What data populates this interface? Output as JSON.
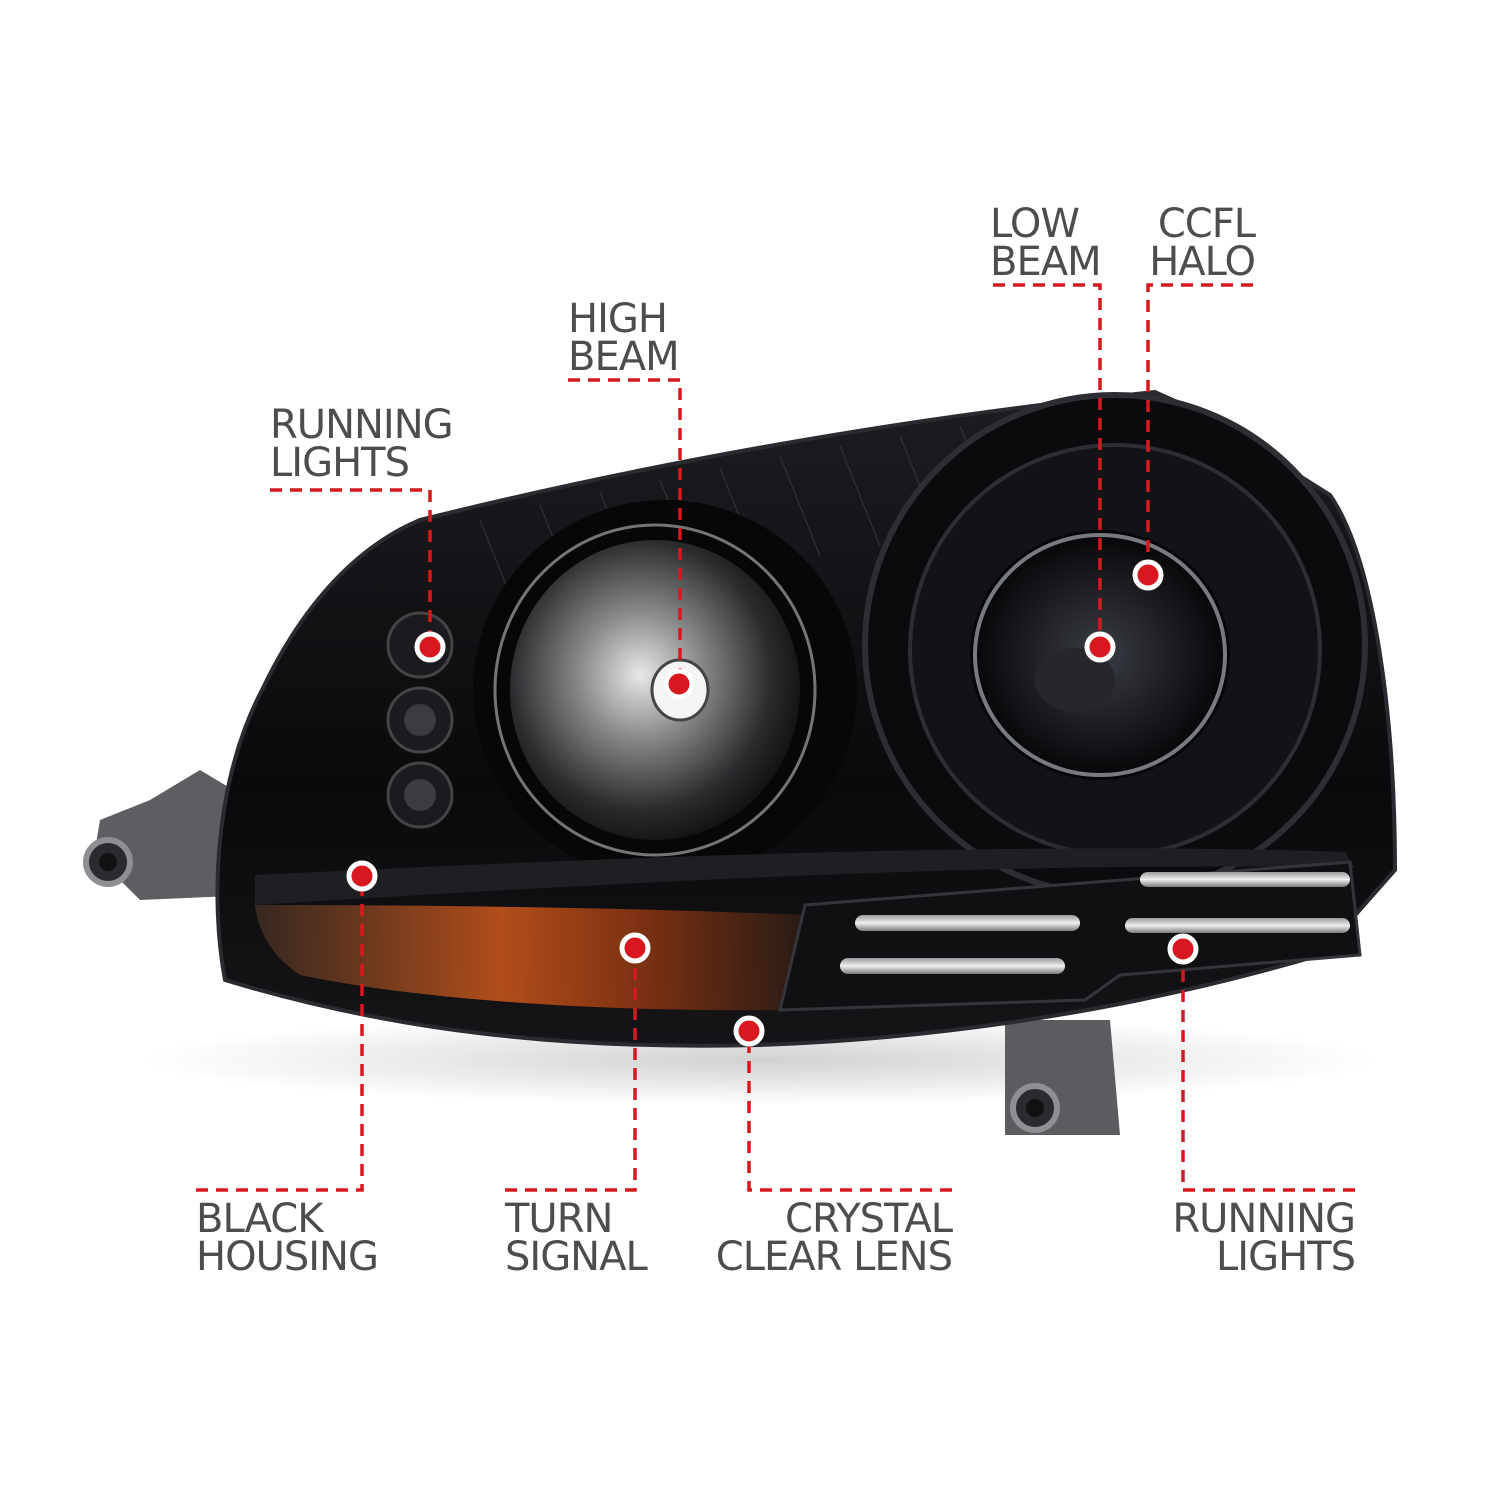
{
  "colors": {
    "callout": "#d7191f",
    "label_text": "#4d4d4d",
    "housing": "#0b0b0d",
    "amber": "#c2541a"
  },
  "callouts": [
    {
      "id": "running-lights-top",
      "lines": [
        "RUNNING",
        "LIGHTS"
      ]
    },
    {
      "id": "high-beam",
      "lines": [
        "HIGH",
        "BEAM"
      ]
    },
    {
      "id": "low-beam",
      "lines": [
        "LOW",
        "BEAM"
      ]
    },
    {
      "id": "ccfl-halo",
      "lines": [
        "CCFL",
        "HALO"
      ]
    },
    {
      "id": "black-housing",
      "lines": [
        "BLACK",
        "HOUSING"
      ]
    },
    {
      "id": "turn-signal",
      "lines": [
        "TURN",
        "SIGNAL"
      ]
    },
    {
      "id": "crystal-clear-lens",
      "lines": [
        "CRYSTAL",
        "CLEAR LENS"
      ]
    },
    {
      "id": "running-lights-bottom",
      "lines": [
        "RUNNING",
        "LIGHTS"
      ]
    }
  ]
}
